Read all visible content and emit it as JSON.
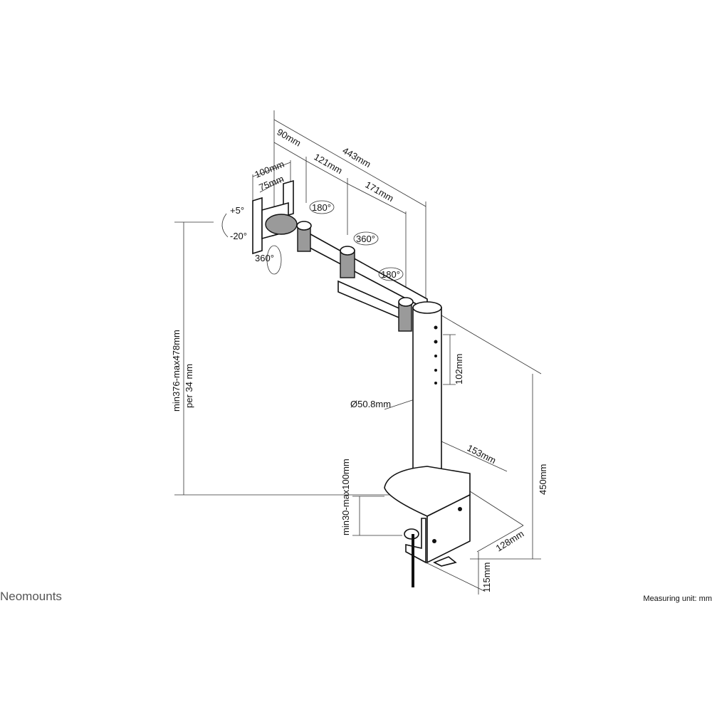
{
  "brand": "Neomounts",
  "measuring_unit": "Measuring unit: mm",
  "dimensions": {
    "total_reach": "443mm",
    "seg1": "90mm",
    "seg2": "121mm",
    "seg3": "171mm",
    "vesa_max": "100mm",
    "vesa_min": "75mm",
    "tilt_up": "+5°",
    "tilt_down": "-20°",
    "rotation": "360°",
    "swivel1": "180°",
    "swivel2": "360°",
    "swivel3": "180°",
    "height_range": "min376-max478mm",
    "height_step": "per 34 mm",
    "hole_spacing": "102mm",
    "pole_diameter": "Ø50.8mm",
    "base_depth": "153mm",
    "pole_height": "450mm",
    "desk_thickness": "min30-max100mm",
    "clamp_width": "128mm",
    "clamp_height": "115mm"
  }
}
